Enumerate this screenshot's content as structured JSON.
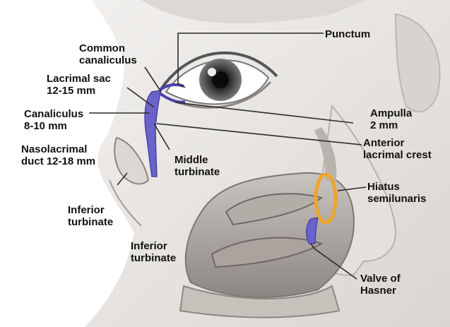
{
  "labels": {
    "punctum": "Punctum",
    "common_canaliculus": "Common\ncanaliculus",
    "lacrimal_sac": "Lacrimal sac\n12-15 mm",
    "canaliculus": "Canaliculus\n8-10 mm",
    "nasolacrimal_duct": "Nasolacrimal\nduct 12-18 mm",
    "ampulla": "Ampulla\n2 mm",
    "anterior_lacrimal_crest": "Anterior\nlacrimal crest",
    "middle_turbinate": "Middle\nturbinate",
    "hiatus_semilunaris": "Hiatus\nsemilunaris",
    "inferior_turbinate_face": "Inferior\nturbinate",
    "inferior_turbinate_nasal": "Inferior\nturbinate",
    "valve_of_hasner": "Valve of\nHasner"
  },
  "colors": {
    "lacrimal_system": "#6a63c9",
    "highlight_ring": "#f0a52a",
    "leader_lines": "#2b2b2b",
    "skin_tone": "#e9e6e3"
  }
}
